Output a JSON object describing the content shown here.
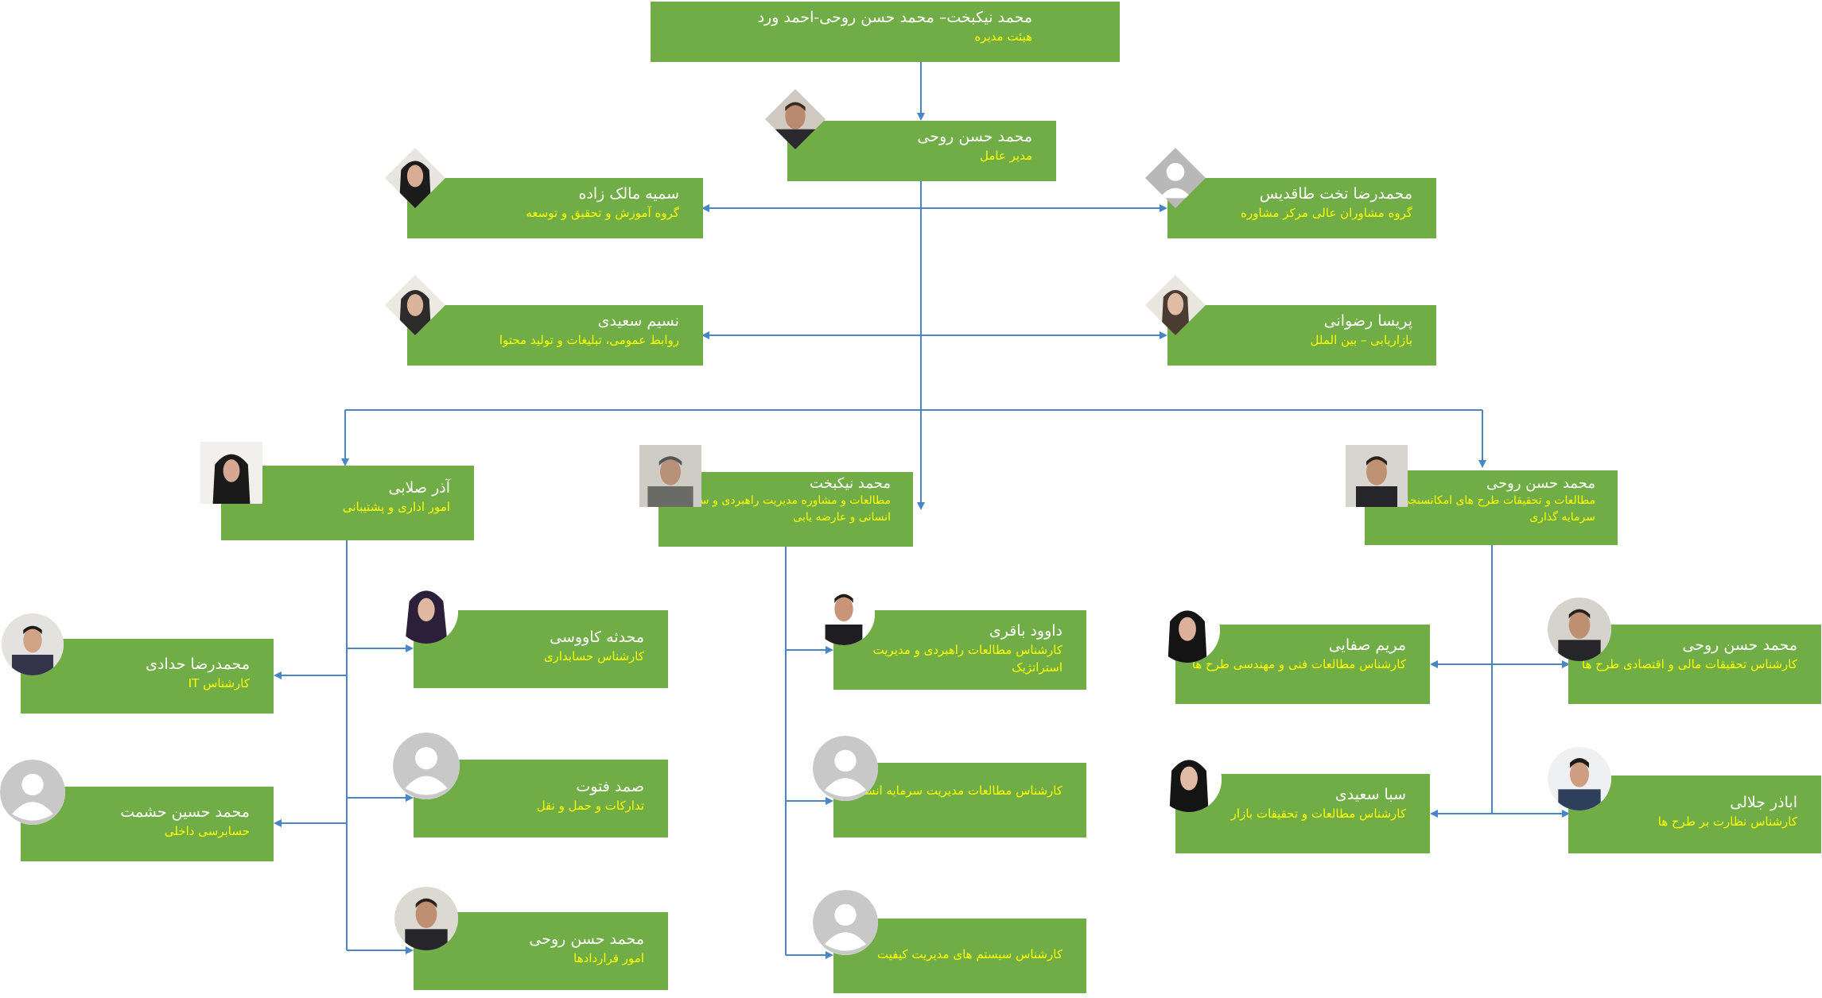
{
  "board": {
    "name": "محمد نیکبخت– محمد حسن روحی-احمد ورد",
    "role": "هیئت مدیره"
  },
  "ceo": {
    "name": "محمد حسن روحی",
    "role": "مدیر عامل"
  },
  "staff_left_1": {
    "name": "سمیه مالک زاده",
    "role": "گروه آموزش و تحقیق و توسعه"
  },
  "staff_left_2": {
    "name": "نسیم سعیدی",
    "role": "روابط عمومی، تبلیغات و تولید محتوا"
  },
  "staff_right_1": {
    "name": "محمدرضا تخت طاقدیس",
    "role": "گروه مشاوران عالی مرکز مشاوره"
  },
  "staff_right_2": {
    "name": "پریسا رضوانی",
    "role": "بازاریابی – بین الملل"
  },
  "dept_admin": {
    "name": "آذر صلابی",
    "role": "امور اداری و پشتیبانی"
  },
  "dept_mgmt": {
    "name": "محمد نیکبخت",
    "role": "مطالعات و مشاوره مدیریت راهبردی و سرمایه انسانی و عارضه یابی"
  },
  "dept_feas": {
    "name": "محمد حسن روحی",
    "role": "مطالعات و تحقیقات طرح های امکانسنجی و سرمایه گذاری"
  },
  "admin_children": [
    {
      "name": "محدثه کاووسی",
      "role": "کارشناس حسابداری"
    },
    {
      "name": "صمد فتوت",
      "role": "تدارکات و حمل و نقل"
    },
    {
      "name": "محمد حسن روحی",
      "role": "امور قراردادها"
    },
    {
      "name": "محمدرضا حدادی",
      "role": "کارشناس IT"
    },
    {
      "name": "محمد حسین حشمت",
      "role": "حسابرسی داخلی"
    }
  ],
  "mgmt_children": [
    {
      "name": "داوود باقری",
      "role": "کارشناس مطالعات راهبردی و مدیریت استراتژیک"
    },
    {
      "name": "",
      "role": "کارشناس مطالعات مدیریت سرمایه انسانی"
    },
    {
      "name": "",
      "role": "کارشناس سیستم های مدیریت کیفیت"
    }
  ],
  "feas_children": [
    {
      "name": "مریم صفایی",
      "role": "کارشناس مطالعات فنی و مهندسی طرح ها"
    },
    {
      "name": "سبا سعیدی",
      "role": "کارشناس مطالعات و تحقیقات بازار"
    },
    {
      "name": "محمد حسن روحی",
      "role": "کارشناس تحقیقات مالی و اقتصادی طرح ها"
    },
    {
      "name": "اباذر جلالی",
      "role": "کارشناس نظارت بر طرح ها"
    }
  ],
  "colors": {
    "box": "#70ad47",
    "name_text": "#ffffff",
    "role_text": "#ffff00",
    "connector": "#4a86c5"
  },
  "icons": {
    "photo": "person-photo",
    "placeholder": "person-placeholder-icon"
  }
}
